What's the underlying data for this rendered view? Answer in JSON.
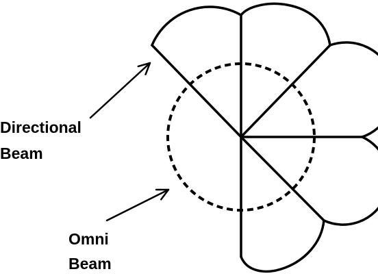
{
  "labels": {
    "directional_line1": "Directional",
    "directional_line2": "Beam",
    "omni_line1": "Omni",
    "omni_line2": "Beam"
  },
  "colors": {
    "stroke": "#000000",
    "background": "#ffffff"
  }
}
